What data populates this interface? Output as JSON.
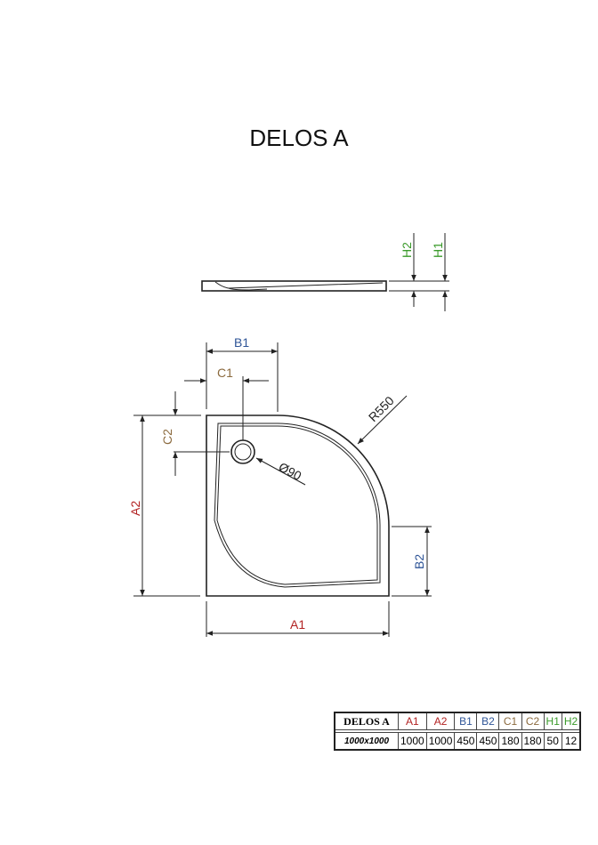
{
  "title": "DELOS A",
  "drawing": {
    "labels": {
      "A1": "A1",
      "A2": "A2",
      "B1": "B1",
      "B2": "B2",
      "C1": "C1",
      "C2": "C2",
      "H1": "H1",
      "H2": "H2",
      "radius": "R550",
      "drain": "Ø90"
    },
    "colors": {
      "A": "#b22222",
      "B": "#2f5597",
      "C": "#8b6a3e",
      "H": "#3a9a2a",
      "line": "#222222"
    }
  },
  "table": {
    "model": "DELOS A",
    "headers": [
      "A1",
      "A2",
      "B1",
      "B2",
      "C1",
      "C2",
      "H1",
      "H2"
    ],
    "size": "1000x1000",
    "values": [
      "1000",
      "1000",
      "450",
      "450",
      "180",
      "180",
      "50",
      "12"
    ]
  }
}
